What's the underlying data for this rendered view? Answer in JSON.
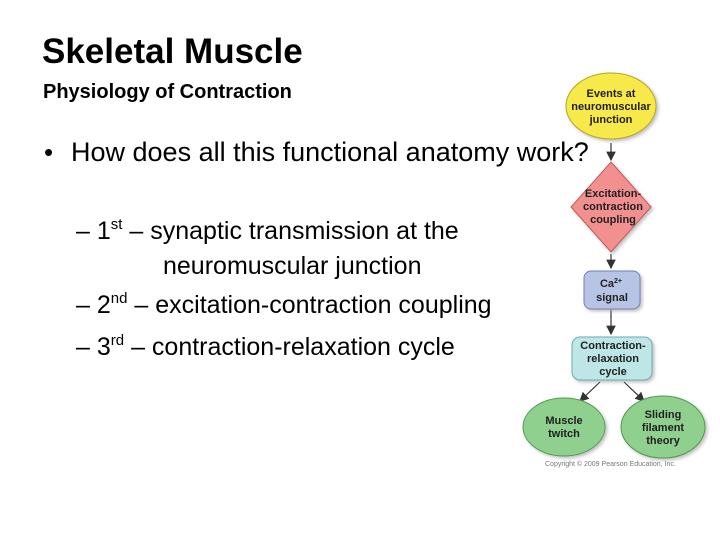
{
  "title": "Skeletal Muscle",
  "subtitle": "Physiology of Contraction",
  "bullet": "How does all this functional anatomy work?",
  "subpoints": [
    {
      "ordinal": "1",
      "suffix": "st",
      "text": "– synaptic transmission at the",
      "continuation": "neuromuscular junction"
    },
    {
      "ordinal": "2",
      "suffix": "nd",
      "text": "– excitation-contraction coupling"
    },
    {
      "ordinal": "3",
      "suffix": "rd",
      "text": "– contraction-relaxation cycle"
    }
  ],
  "diagram": {
    "nodes": {
      "events": [
        "Events at",
        "neuromuscular",
        "junction"
      ],
      "ecc": [
        "Excitation-",
        "contraction",
        "coupling"
      ],
      "ca_main": "Ca",
      "ca_sup": "2+",
      "ca_line2": "signal",
      "cycle": [
        "Contraction-",
        "relaxation",
        "cycle"
      ],
      "twitch": [
        "Muscle",
        "twitch"
      ],
      "sliding": [
        "Sliding",
        "filament",
        "theory"
      ]
    },
    "colors": {
      "yellow": "#f7e94a",
      "red": "#f2908f",
      "blue": "#b7c4e6",
      "teal": "#bfe6e6",
      "green": "#8fd08f"
    },
    "copyright": "Copyright © 2009 Pearson Education, Inc."
  }
}
